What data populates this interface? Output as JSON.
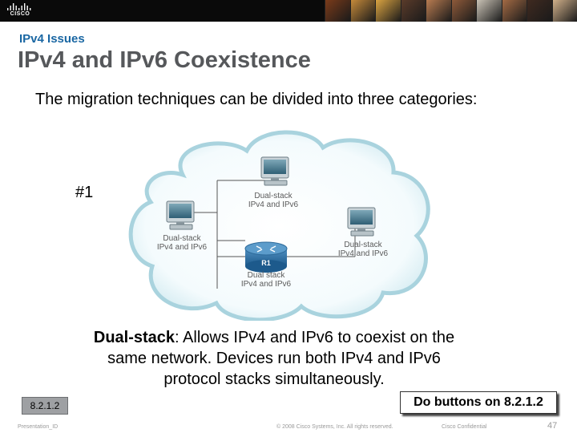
{
  "banner": {
    "logo_text": "CISCO",
    "photo_colors": [
      "#7a3b1a",
      "#c58a3a",
      "#d9a341",
      "#5a3b2a",
      "#b87b50",
      "#8e5a3a",
      "#c9c2b5",
      "#a36a44",
      "#3f2a20",
      "#d0b08a"
    ]
  },
  "header": {
    "section": "IPv4 Issues",
    "title": "IPv4 and IPv6 Coexistence"
  },
  "intro": "The migration techniques can be divided into three categories:",
  "item_number": "#1",
  "diagram": {
    "top_host_label_1": "Dual-stack",
    "top_host_label_2": "IPv4 and IPv6",
    "left_host_label_1": "Dual-stack",
    "left_host_label_2": "IPv4 and IPv6",
    "right_host_label_1": "Dual-stack",
    "right_host_label_2": "IPv4 and IPv6",
    "router_name": "R1",
    "router_label_1": "Dual stack",
    "router_label_2": "IPv4 and IPv6",
    "cloud_color": "#cfe9ef",
    "cloud_border": "#a9d3de"
  },
  "description": {
    "term": "Dual-stack",
    "text": ": Allows IPv4 and IPv6 to coexist on the same network. Devices run both IPv4 and IPv6 protocol stacks simultaneously."
  },
  "reference": "8.2.1.2",
  "callout": "Do buttons on 8.2.1.2",
  "footer": {
    "presentation": "Presentation_ID",
    "copyright": "© 2008 Cisco Systems, Inc. All rights reserved.",
    "classification": "Cisco Confidential",
    "page": "47"
  }
}
